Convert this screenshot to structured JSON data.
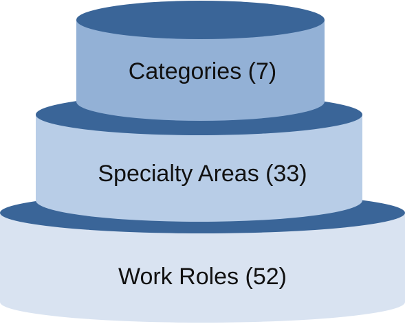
{
  "diagram": {
    "tiers": [
      {
        "label": "Categories (7)"
      },
      {
        "label": "Specialty Areas (33)"
      },
      {
        "label": "Work Roles (52)"
      }
    ]
  },
  "colors": {
    "top_rim": "#3a6598",
    "top_body": "#93b1d6",
    "middle_rim": "#3a6598",
    "middle_body": "#b8cde7",
    "bottom_rim": "#3a6598",
    "bottom_body": "#d9e3f1",
    "text": "#111111"
  }
}
